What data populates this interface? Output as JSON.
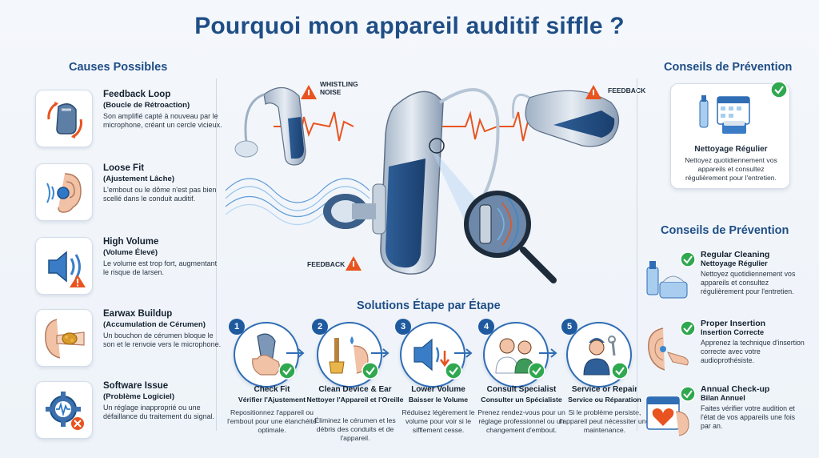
{
  "title": "Pourquoi mon appareil auditif siffle ?",
  "left_header": "Causes Possibles",
  "causes": [
    {
      "icon": "hearing-aid-loop-icon",
      "title": "Feedback Loop",
      "subtitle": "(Boucle de Rétroaction)",
      "desc": "Son amplifié capté à nouveau par le microphone, créant un cercle vicieux."
    },
    {
      "icon": "ear-fit-icon",
      "title": "Loose Fit",
      "subtitle": "(Ajustement Lâche)",
      "desc": "L'embout ou le dôme n'est pas bien scellé dans le conduit auditif."
    },
    {
      "icon": "speaker-warning-icon",
      "title": "High Volume",
      "subtitle": "(Volume Élevé)",
      "desc": "Le volume est trop fort, augmentant le risque de larsen."
    },
    {
      "icon": "earwax-icon",
      "title": "Earwax Buildup",
      "subtitle": "(Accumulation de Cérumen)",
      "desc": "Un bouchon de cérumen bloque le son et le renvoie vers le microphone."
    },
    {
      "icon": "gear-error-icon",
      "title": "Software Issue",
      "subtitle": "(Problème Logiciel)",
      "desc": "Un réglage inapproprié ou une défaillance du traitement du signal."
    }
  ],
  "hero": {
    "callout_whistling": "WHISTLING\nNOISE",
    "callout_feedback_top": "FEEDBACK",
    "callout_feedback_bottom": "FEEDBACK"
  },
  "solutions_header": "Solutions Étape par Étape",
  "steps": [
    {
      "num": "1",
      "icon": "hand-hearing-aid-icon",
      "title": "Check Fit",
      "subtitle": "Vérifier l'Ajustement",
      "desc": "Repositionnez l'appareil ou l'embout pour une étanchéité optimale."
    },
    {
      "num": "2",
      "icon": "brush-ear-icon",
      "title": "Clean Device & Ear",
      "subtitle": "Nettoyer l'Appareil et l'Oreille",
      "desc": "Éliminez le cérumen et les débris des conduits et de l'appareil."
    },
    {
      "num": "3",
      "icon": "volume-down-icon",
      "title": "Lower Volume",
      "subtitle": "Baisser le Volume",
      "desc": "Réduisez légèrement le volume pour voir si le sifflement cesse."
    },
    {
      "num": "4",
      "icon": "specialists-icon",
      "title": "Consult Specialist",
      "subtitle": "Consulter un Spécialiste",
      "desc": "Prenez rendez-vous pour un réglage professionnel ou un changement d'embout."
    },
    {
      "num": "5",
      "icon": "technician-icon",
      "title": "Service or Repair",
      "subtitle": "Service ou Réparation",
      "desc": "Si le problème persiste, l'appareil peut nécessiter une maintenance."
    }
  ],
  "right_header_top": "Conseils de Prévention",
  "top_card": {
    "icon": "cleaning-calendar-icon",
    "title": "Nettoyage Régulier",
    "desc": "Nettoyez quotidiennement vos appareils et consultez régulièrement pour l'entretien."
  },
  "right_header_mid": "Conseils de Prévention",
  "tips": [
    {
      "icon": "cleaning-kit-icon",
      "title": "Regular Cleaning",
      "subtitle": "Nettoyage Régulier",
      "desc": "Nettoyez quotidiennement vos appareils et consultez régulièrement pour l'entretien."
    },
    {
      "icon": "ear-insertion-icon",
      "title": "Proper Insertion",
      "subtitle": "Insertion Correcte",
      "desc": "Apprenez la technique d'insertion correcte avec votre audioprothésiste."
    },
    {
      "icon": "calendar-heart-icon",
      "title": "Annual Check-up",
      "subtitle": "Bilan Annuel",
      "desc": "Faites vérifier votre audition et l'état de vos appareils une fois par an."
    }
  ],
  "colors": {
    "brand": "#1f4e86",
    "accent": "#2f6db5",
    "check": "#2fa84f",
    "warning": "#e8531f"
  }
}
